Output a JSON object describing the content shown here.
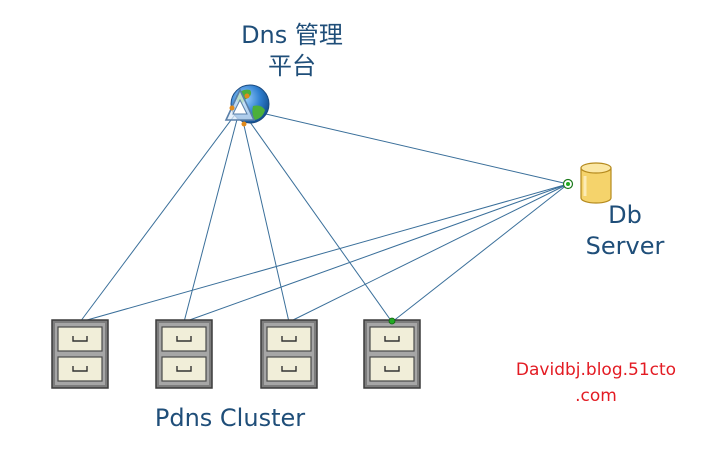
{
  "platform": {
    "title_line1": "Dns 管理",
    "title_line2": "平台",
    "icon": "globe-network-icon"
  },
  "db_server": {
    "label_line1": "Db",
    "label_line2": "Server",
    "icon": "database-cylinder-icon",
    "color": "#f5d36b"
  },
  "cluster": {
    "label": "Pdns Cluster",
    "node_count": 4,
    "icon": "file-cabinet-server-icon"
  },
  "connections": {
    "color": "#3a6f9a",
    "links": [
      [
        "platform",
        "node-1"
      ],
      [
        "platform",
        "node-2"
      ],
      [
        "platform",
        "node-3"
      ],
      [
        "platform",
        "node-4"
      ],
      [
        "platform",
        "db_server"
      ],
      [
        "db_server",
        "node-1"
      ],
      [
        "db_server",
        "node-2"
      ],
      [
        "db_server",
        "node-3"
      ],
      [
        "db_server",
        "node-4"
      ]
    ]
  },
  "watermark": {
    "line1": "Davidbj.blog.51cto",
    "line2": ".com",
    "color": "#e31b23"
  },
  "colors": {
    "label_text": "#1f4e79",
    "line": "#3a6f9a",
    "node_dot": "#22aa22"
  }
}
